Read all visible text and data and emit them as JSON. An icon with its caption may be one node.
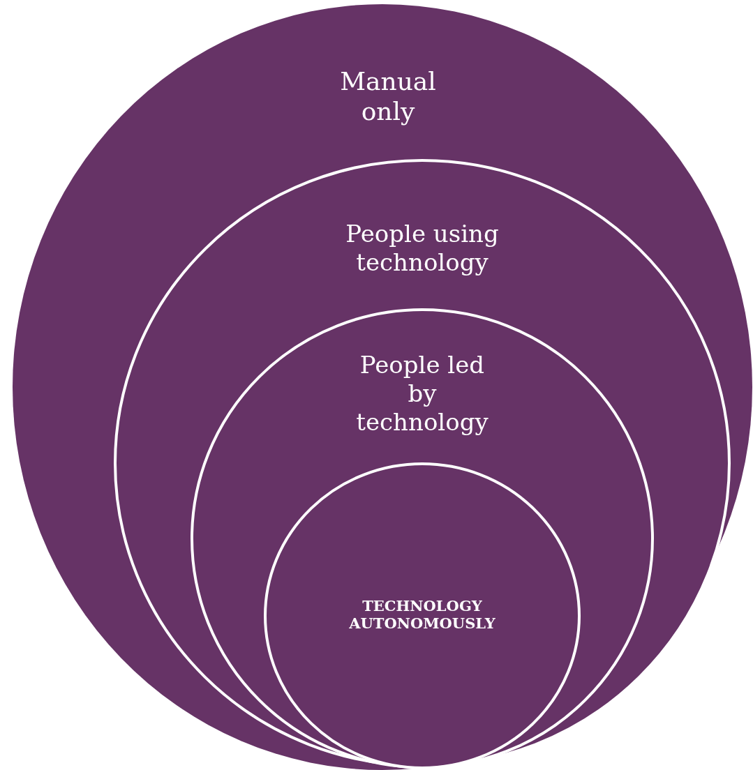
{
  "diagram": {
    "nodes": [
      {
        "text": [
          "Manual only"
        ]
      },
      {
        "text": [
          "People using technology"
        ],
        "in": 0
      },
      {
        "text": [
          "People led by technology"
        ],
        "in": 1
      },
      {
        "text": [
          "TECHNOLOGY AUTONOMOUSLY"
        ],
        "in": 2
      }
    ]
  }
}
